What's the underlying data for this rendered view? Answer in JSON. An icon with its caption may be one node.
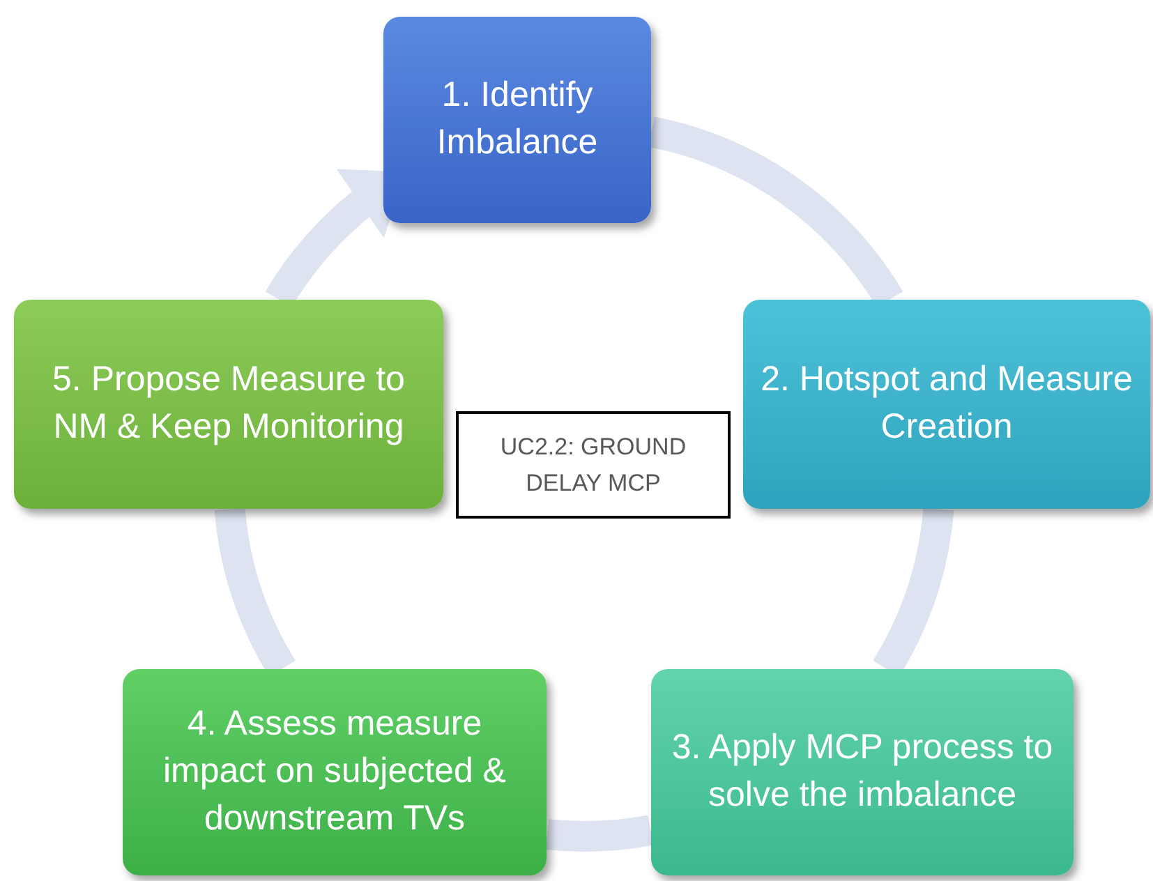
{
  "diagram": {
    "nodes": [
      {
        "text": [
          "1. Identify Imbalance"
        ]
      },
      {
        "text": [
          "2. Hotspot and Measure Creation"
        ]
      },
      {
        "text": [
          "3. Apply MCP process to solve the imbalance"
        ]
      },
      {
        "text": [
          "4. Assess measure impact on subjected & downstream TVs"
        ]
      },
      {
        "text": [
          "5. Propose Measure to NM & Keep Monitoring"
        ]
      },
      {
        "text": [
          "UC2.2: GROUND DELAY MCP"
        ]
      }
    ],
    "edges": [
      {
        "from": 0,
        "to": 1,
        "arrow": "none"
      },
      {
        "from": 1,
        "to": 2,
        "arrow": "none"
      },
      {
        "from": 2,
        "to": 3,
        "arrow": "none"
      },
      {
        "from": 3,
        "to": 4,
        "arrow": "none"
      },
      {
        "from": 4,
        "to": 0,
        "arrow": "to"
      }
    ]
  }
}
